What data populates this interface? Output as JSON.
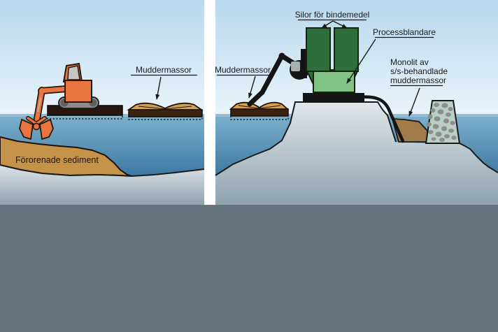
{
  "figure": {
    "description_visible_text_only": true,
    "left_panel": {
      "labels": {
        "dredged_material": "Muddermassor",
        "contaminated_sediment": "Förorenade sediment"
      }
    },
    "right_panel": {
      "labels": {
        "binder_silos": "Silor för bindemedel",
        "process_mixer": "Processblandare",
        "dredged_material": "Muddermassor",
        "monolith_line1": "Monolit av",
        "monolith_line2": "s/s-behandlade",
        "monolith_line3": "muddermassor"
      }
    },
    "colors": {
      "sky_top": "#b7d8ee",
      "sky_bottom": "#e9f4fa",
      "water_top": "#7db2cd",
      "water_surface_band": "#9ec5d8",
      "water_bottom": "#1f5e90",
      "rock_light": "#e3e8ec",
      "rock_dark": "#8fa2ad",
      "sediment_tan": "#c5924a",
      "dredged_tan": "#d2a050",
      "barge_hull": "#3a2310",
      "excavator_orange": "#e8743f",
      "excavator_window": "#c6c6c6",
      "track_gray": "#8c8c8c",
      "silo_green": "#2e6e3c",
      "mixer_green": "#7fc283",
      "machinery_black": "#151515",
      "rubble_fill": "#b9cec4",
      "rubble_stone": "#8d8d8d",
      "monolith_brown": "#a17c4a",
      "divider": "#ffffff",
      "footer": "#64757e",
      "label_text": "#1a1a1a",
      "outline_dark": "#1a1a1a"
    }
  }
}
